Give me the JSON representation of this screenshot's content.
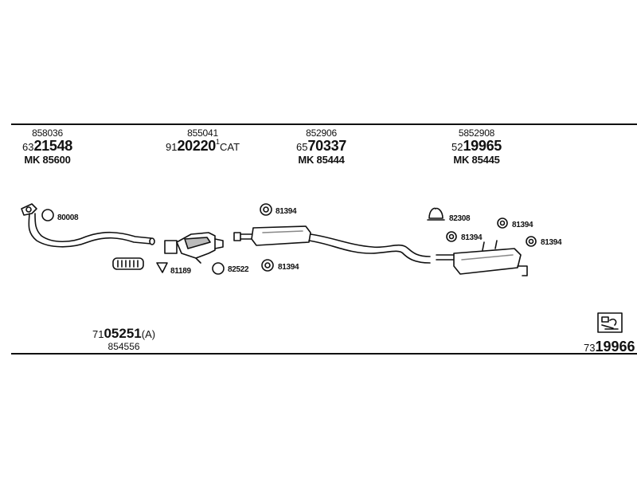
{
  "sections": [
    {
      "ref": "858036",
      "prefix": "63",
      "number": "21548",
      "suffix": "",
      "mk": "MK  85600"
    },
    {
      "ref": "855041",
      "prefix": "91",
      "number": "20220",
      "suffix": "CAT",
      "mk": ""
    },
    {
      "ref": "852906",
      "prefix": "65",
      "number": "70337",
      "suffix": "",
      "mk": "MK  85444"
    },
    {
      "ref": "5852908",
      "prefix": "52",
      "number": "19965",
      "suffix": "",
      "mk": "MK  85445"
    }
  ],
  "parts": {
    "gasket_80008": "80008",
    "clamp_81189": "81189",
    "ring_82522": "82522",
    "mount_81394_a": "81394",
    "mount_81394_b": "81394",
    "clamp_82308": "82308",
    "mount_81394_c": "81394",
    "mount_81394_d": "81394",
    "mount_81394_e": "81394"
  },
  "kit_left": {
    "prefix": "71",
    "number": "05251",
    "suffix": "(A)",
    "sub": "854556"
  },
  "kit_total": {
    "prefix": "73",
    "number": "19966"
  },
  "colors": {
    "ink": "#111111",
    "paper": "#ffffff",
    "shade": "#888888"
  }
}
